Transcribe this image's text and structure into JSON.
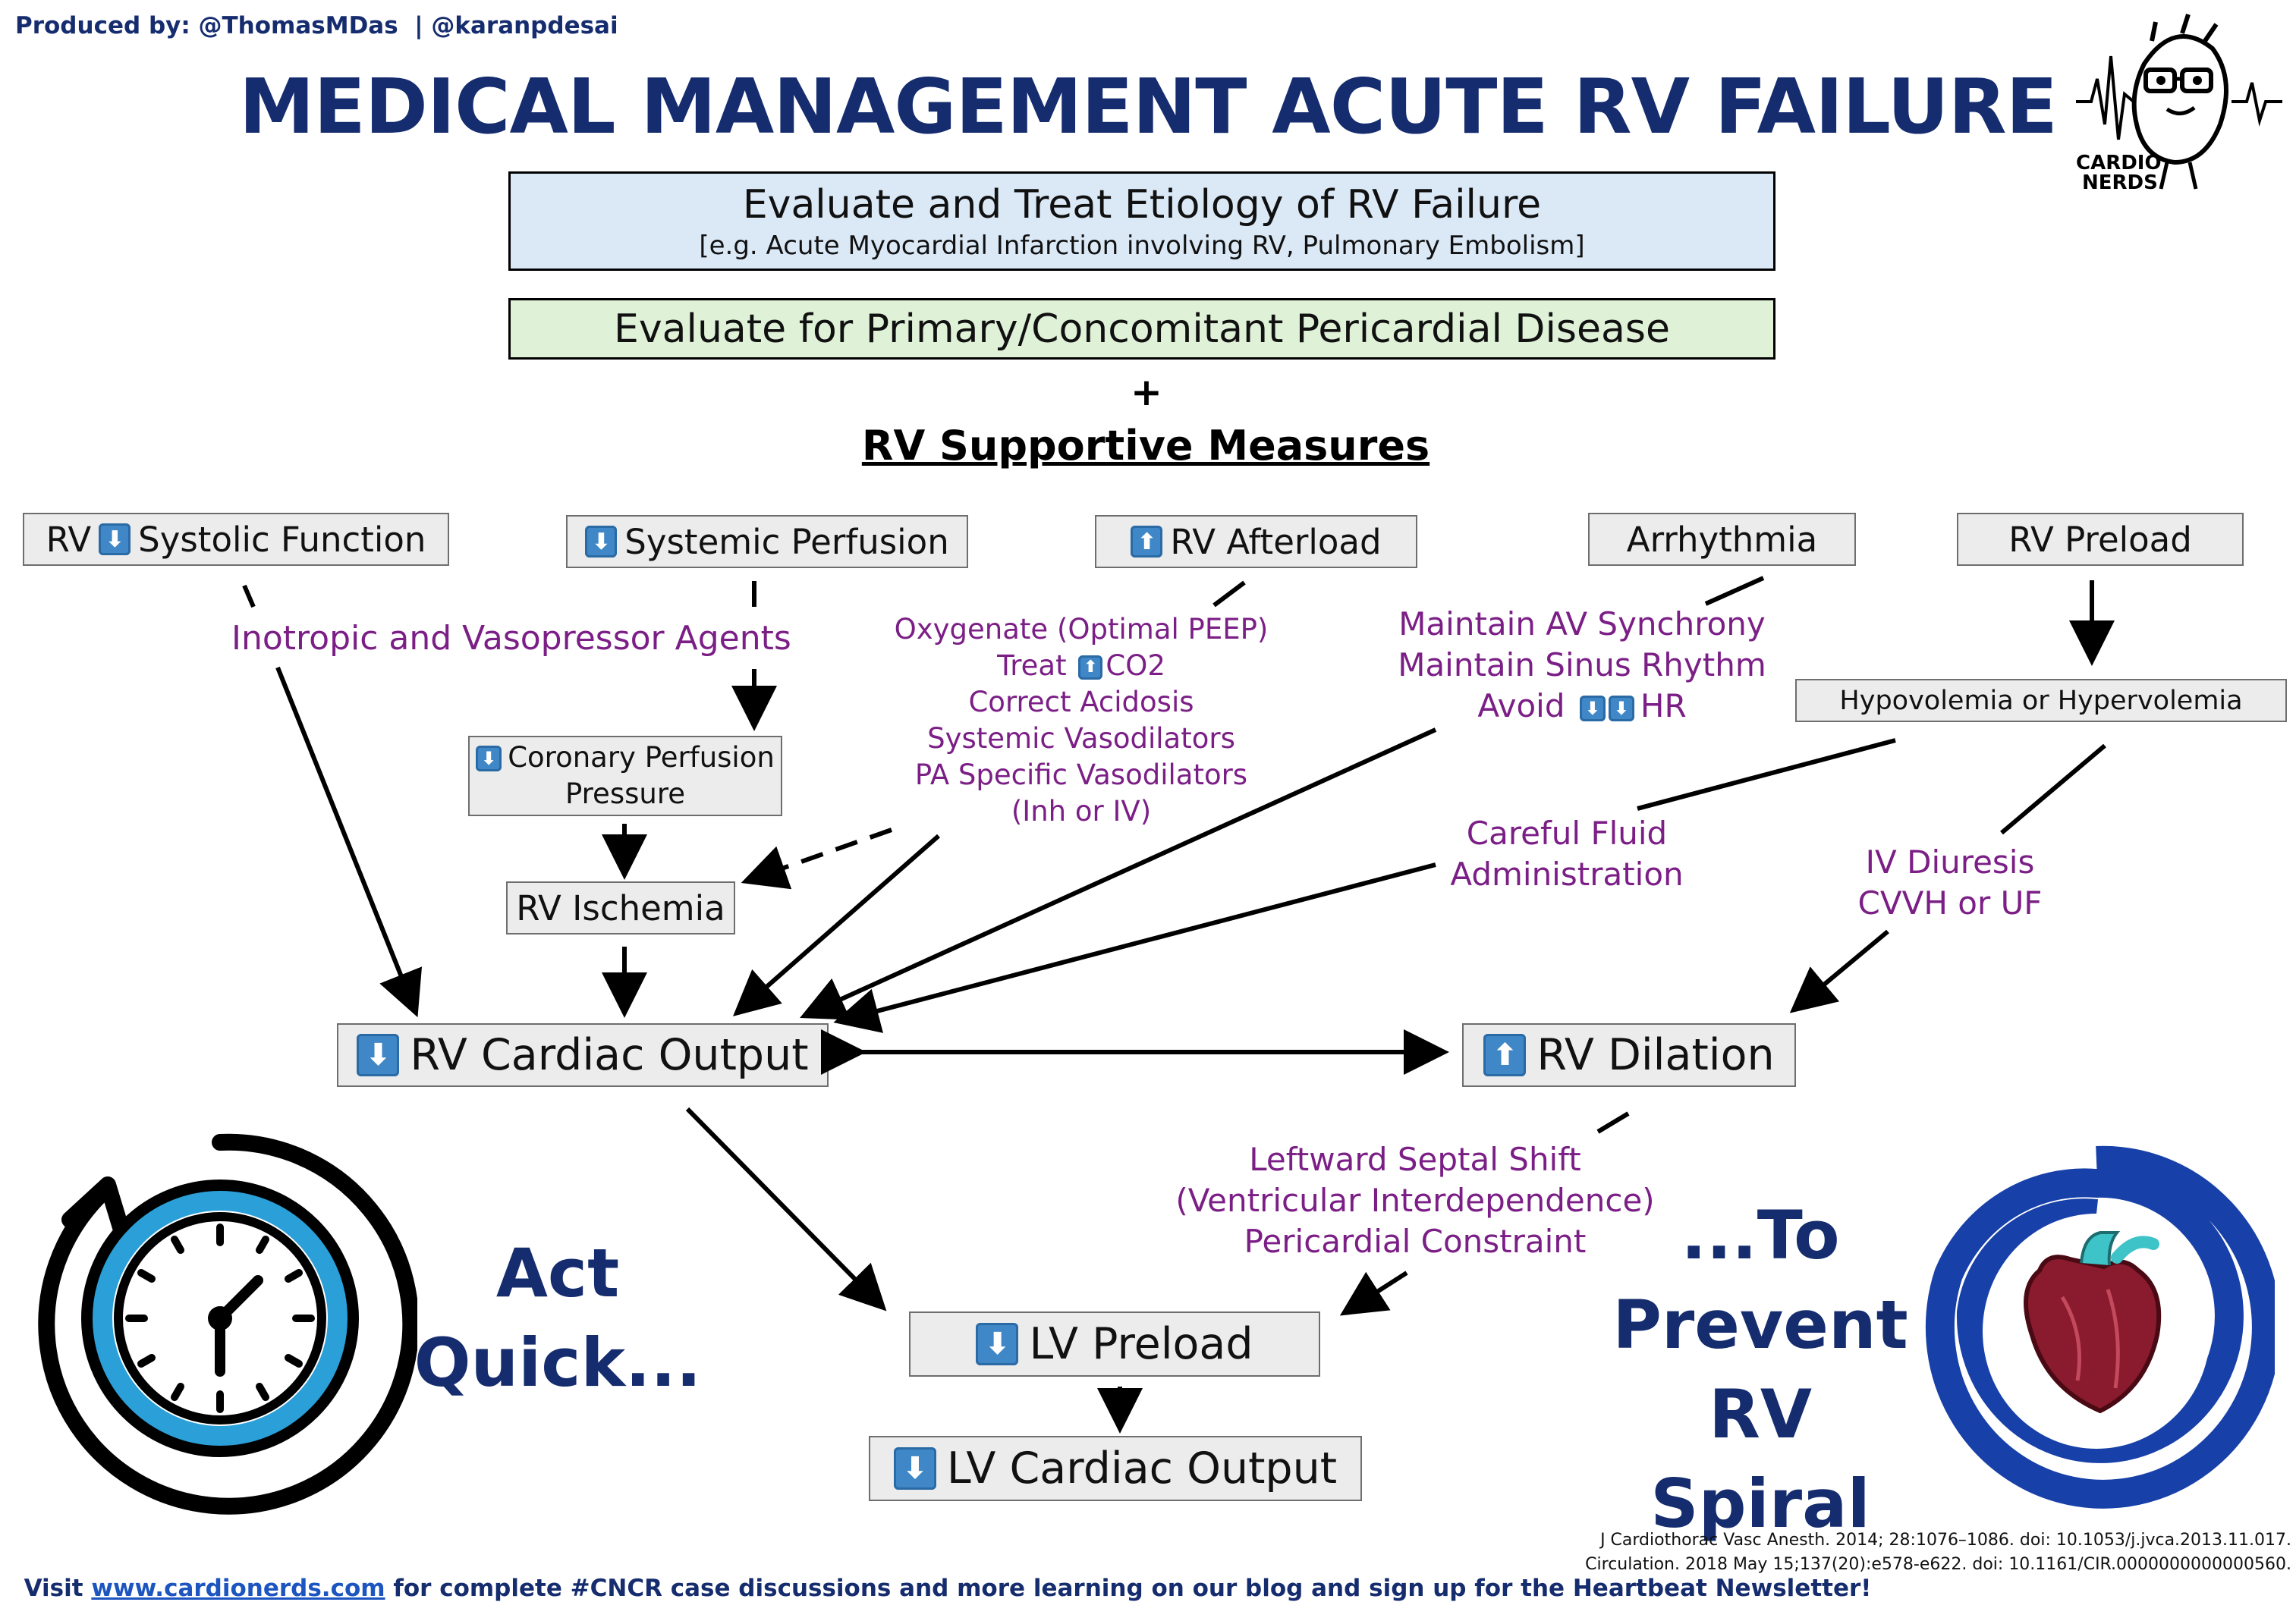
{
  "credits": "Produced by: @ThomasMDas  | @karanpdesai",
  "title": "MEDICAL MANAGEMENT ACUTE RV FAILURE",
  "logo": {
    "line1": "CARDIO",
    "line2": "NERDS"
  },
  "etiology": {
    "title": "Evaluate and Treat Etiology of RV Failure",
    "subtitle": "[e.g. Acute Myocardial Infarction involving RV, Pulmonary Embolism]"
  },
  "pericardial": "Evaluate for Primary/Concomitant Pericardial Disease",
  "plus": "+",
  "supportive": "RV Supportive Measures",
  "icons": {
    "down": "down-arrow-icon",
    "up": "up-arrow-icon"
  },
  "boxes": {
    "rv_systolic_prefix": "RV",
    "rv_systolic": "Systolic Function",
    "systemic_perfusion": "Systemic Perfusion",
    "rv_afterload": "RV Afterload",
    "arrhythmia": "Arrhythmia",
    "rv_preload": "RV Preload",
    "coronary_l1": "Coronary Perfusion",
    "coronary_l2": "Pressure",
    "rv_ischemia": "RV Ischemia",
    "hypovolemia": "Hypovolemia or Hypervolemia",
    "rv_cardiac_output": "RV Cardiac Output",
    "rv_dilation": "RV Dilation",
    "lv_preload": "LV Preload",
    "lv_cardiac_output": "LV Cardiac Output"
  },
  "notes": {
    "inotropic": "Inotropic and Vasopressor Agents",
    "afterload_1": "Oxygenate (Optimal PEEP)",
    "afterload_2a": "Treat",
    "afterload_2b": "CO2",
    "afterload_3": "Correct Acidosis",
    "afterload_4": "Systemic Vasodilators",
    "afterload_5": "PA Specific Vasodilators",
    "afterload_6": "(Inh or IV)",
    "arrhythmia_1": "Maintain AV Synchrony",
    "arrhythmia_2": "Maintain Sinus Rhythm",
    "arrhythmia_3a": "Avoid",
    "arrhythmia_3b": "HR",
    "fluid_1": "Careful Fluid",
    "fluid_2": "Administration",
    "diuresis_1": "IV Diuresis",
    "diuresis_2": "CVVH or UF",
    "septal_1": "Leftward Septal Shift",
    "septal_2": "(Ventricular  Interdependence)",
    "septal_3": "Pericardial Constraint"
  },
  "act_quick": {
    "line1": "Act",
    "line2": "Quick..."
  },
  "prevent": {
    "line1": "...To",
    "line2": "Prevent",
    "line3": "RV Spiral"
  },
  "footer": {
    "pre": "Visit ",
    "link": "www.cardionerds.com",
    "post": " for complete #CNCR case discussions and more learning on our blog and sign up for the Heartbeat Newsletter!"
  },
  "refs": {
    "line1": "J Cardiothorac Vasc Anesth. 2014; 28:1076–1086. doi: 10.1053/j.jvca.2013.11.017.",
    "line2": "Circulation. 2018 May 15;137(20):e578-e622. doi: 10.1161/CIR.0000000000000560."
  },
  "colors": {
    "navy": "#152c6e",
    "purple": "#7b1f86",
    "blue_box": "#dbe9f7",
    "green_box": "#dff2d8",
    "icon_blue": "#3f87c6"
  }
}
